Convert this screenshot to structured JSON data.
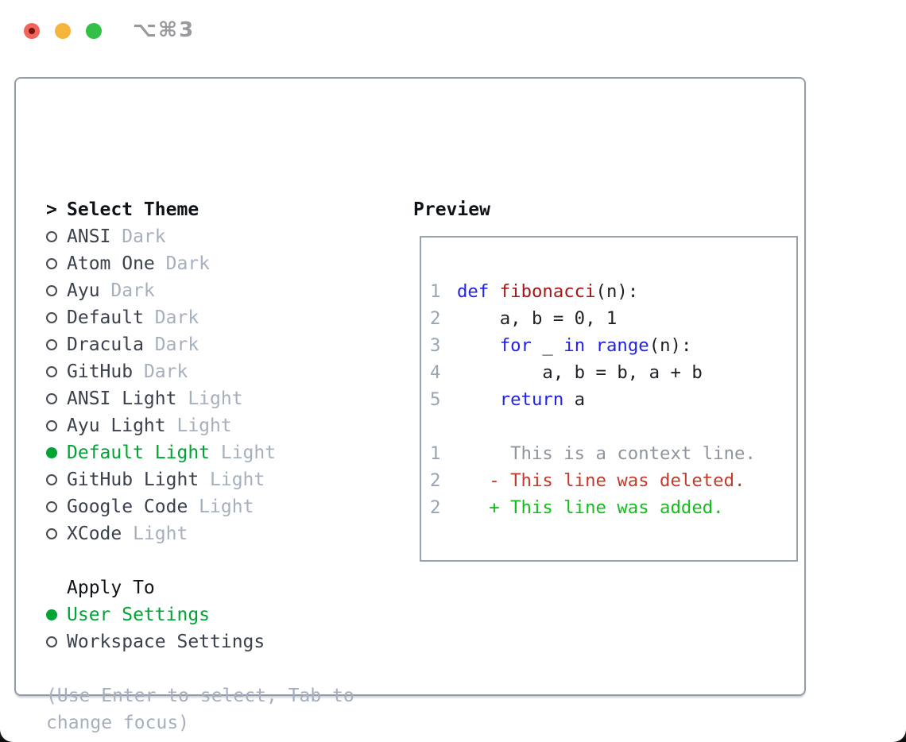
{
  "window": {
    "title": "⌥⌘3",
    "controls": [
      {
        "name": "close"
      },
      {
        "name": "minimize"
      },
      {
        "name": "zoom"
      }
    ]
  },
  "theme_panel": {
    "header_prefix": ">",
    "header": "Select Theme",
    "themes": [
      {
        "name": "ANSI",
        "variant": "Dark",
        "selected": false
      },
      {
        "name": "Atom One",
        "variant": "Dark",
        "selected": false
      },
      {
        "name": "Ayu",
        "variant": "Dark",
        "selected": false
      },
      {
        "name": "Default",
        "variant": "Dark",
        "selected": false
      },
      {
        "name": "Dracula",
        "variant": "Dark",
        "selected": false
      },
      {
        "name": "GitHub",
        "variant": "Dark",
        "selected": false
      },
      {
        "name": "ANSI Light",
        "variant": "Light",
        "selected": false
      },
      {
        "name": "Ayu Light",
        "variant": "Light",
        "selected": false
      },
      {
        "name": "Default Light",
        "variant": "Light",
        "selected": true
      },
      {
        "name": "GitHub Light",
        "variant": "Light",
        "selected": false
      },
      {
        "name": "Google Code",
        "variant": "Light",
        "selected": false
      },
      {
        "name": "XCode",
        "variant": "Light",
        "selected": false
      }
    ],
    "apply_to": {
      "header": "Apply To",
      "options": [
        {
          "name": "User Settings",
          "selected": true
        },
        {
          "name": "Workspace Settings",
          "selected": false
        }
      ]
    },
    "help": "(Use Enter to select, Tab to change focus)"
  },
  "preview_panel": {
    "header": "Preview",
    "code_lines": [
      {
        "num": "1",
        "segments": [
          [
            "kw",
            "def"
          ],
          [
            "plain",
            " "
          ],
          [
            "fn",
            "fibonacci"
          ],
          [
            "plain",
            "(n):"
          ]
        ]
      },
      {
        "num": "2",
        "segments": [
          [
            "plain",
            "    a, b = 0, 1"
          ]
        ]
      },
      {
        "num": "3",
        "segments": [
          [
            "plain",
            "    "
          ],
          [
            "kw",
            "for"
          ],
          [
            "plain",
            " _ "
          ],
          [
            "kw",
            "in"
          ],
          [
            "plain",
            " "
          ],
          [
            "kw",
            "range"
          ],
          [
            "plain",
            "(n):"
          ]
        ]
      },
      {
        "num": "4",
        "segments": [
          [
            "plain",
            "        a, b = b, a + b"
          ]
        ]
      },
      {
        "num": "5",
        "segments": [
          [
            "plain",
            "    "
          ],
          [
            "kw",
            "return"
          ],
          [
            "plain",
            " a"
          ]
        ]
      },
      {
        "num": "",
        "segments": []
      },
      {
        "num": "1",
        "segments": [
          [
            "ctx",
            "     This is a context line."
          ]
        ]
      },
      {
        "num": "2",
        "segments": [
          [
            "del",
            "   - This line was deleted."
          ]
        ]
      },
      {
        "num": "2",
        "segments": [
          [
            "add",
            "   + This line was added."
          ]
        ]
      }
    ]
  },
  "colors": {
    "selected_green": "#00a434",
    "added_green": "#13bd1c",
    "deleted_red": "#c43a28",
    "keyword_blue": "#2222e6",
    "function_red": "#a61616",
    "code_black": "#1d2126",
    "context_gray": "#8e959e",
    "line_number_gray": "#9aa5b3",
    "muted_gray": "#a6afbd",
    "text_dark": "#3a414d",
    "header_black": "#0f1317",
    "radio_ring": "#454c57",
    "panel_border": "#949cab",
    "preview_border": "#9aa2b0",
    "title_gray": "#98989d",
    "traffic_red": "#f2635c",
    "traffic_red_dot": "#75140c",
    "traffic_yellow": "#f5b43a",
    "traffic_green": "#32c146"
  }
}
